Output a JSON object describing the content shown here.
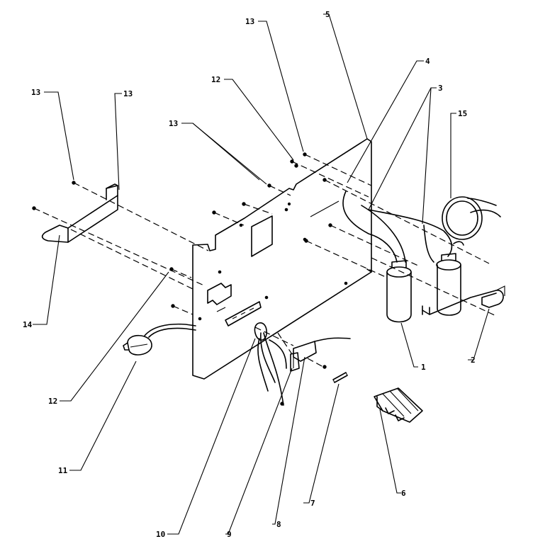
{
  "callouts": [
    {
      "id": "c1",
      "label": "1"
    },
    {
      "id": "c2",
      "label": "2"
    },
    {
      "id": "c3",
      "label": "3"
    },
    {
      "id": "c4",
      "label": "4"
    },
    {
      "id": "c5",
      "label": "5"
    },
    {
      "id": "c6",
      "label": "6"
    },
    {
      "id": "c7",
      "label": "7"
    },
    {
      "id": "c8",
      "label": "8"
    },
    {
      "id": "c9",
      "label": "9"
    },
    {
      "id": "c10",
      "label": "10"
    },
    {
      "id": "c11",
      "label": "11"
    },
    {
      "id": "c12a",
      "label": "12"
    },
    {
      "id": "c12b",
      "label": "12"
    },
    {
      "id": "c13a",
      "label": "13"
    },
    {
      "id": "c13b",
      "label": "13"
    },
    {
      "id": "c13c",
      "label": "13"
    },
    {
      "id": "c13d",
      "label": "13"
    },
    {
      "id": "c14",
      "label": "14"
    },
    {
      "id": "c15",
      "label": "15"
    }
  ]
}
